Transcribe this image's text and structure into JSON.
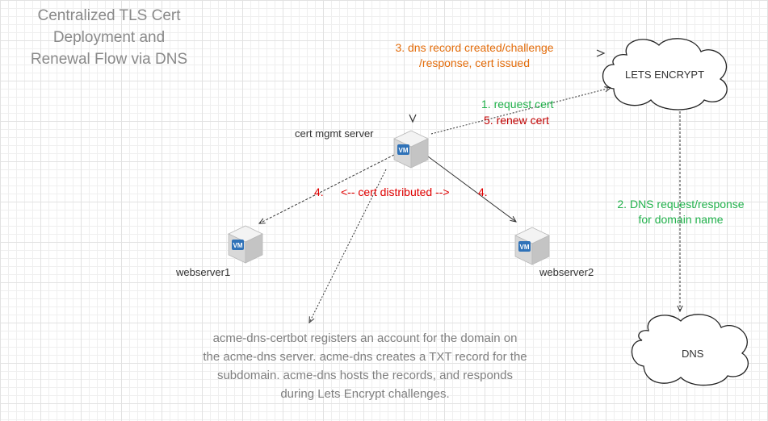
{
  "title": "Centralized TLS Cert\nDeployment and\nRenewal Flow via DNS",
  "nodes": {
    "lets_encrypt": "LETS ENCRYPT",
    "dns": "DNS",
    "cert_server": "cert mgmt server",
    "webserver1": "webserver1",
    "webserver2": "webserver2",
    "vm_badge": "VM"
  },
  "steps": {
    "step1": "1. request cert",
    "step2_line1": "2. DNS request/response",
    "step2_line2": "for domain name",
    "step3_line1": "3. dns record created/challenge",
    "step3_line2": "/response, cert issued",
    "step4_left": "4.",
    "step4_right": "4.",
    "step4_middle": "<--  cert distributed -->",
    "step5": "5. renew cert"
  },
  "note": {
    "line1": "acme-dns-certbot registers an account for the domain on",
    "line2": "the acme-dns server. acme-dns creates a TXT record for the",
    "line3": "subdomain. acme-dns hosts the records, and responds",
    "line4": "during Lets Encrypt challenges."
  },
  "colors": {
    "orange": "#e36c0a",
    "green": "#22b14c",
    "dark_red": "#c00000",
    "red": "#e00000"
  }
}
